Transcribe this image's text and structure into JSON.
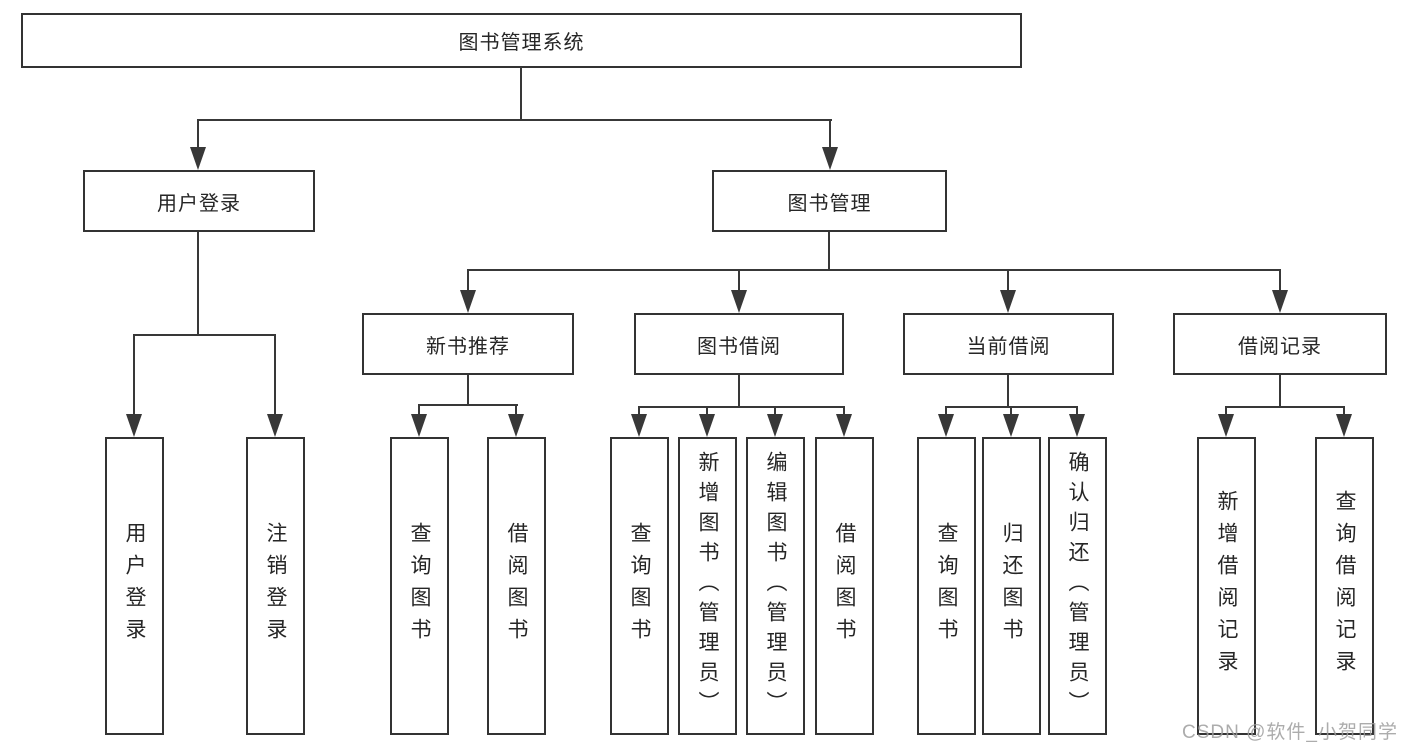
{
  "tree": {
    "root": "图书管理系统",
    "user_login": {
      "label": "用户登录",
      "children": [
        "用户登录",
        "注销登录"
      ]
    },
    "book_mgmt": {
      "label": "图书管理",
      "groups": {
        "new_book": {
          "label": "新书推荐",
          "children": [
            "查询图书",
            "借阅图书"
          ]
        },
        "borrow": {
          "label": "图书借阅",
          "children": [
            "查询图书",
            "新增图书（管理员）",
            "编辑图书（管理员）",
            "借阅图书"
          ]
        },
        "current": {
          "label": "当前借阅",
          "children": [
            "查询图书",
            "归还图书",
            "确认归还（管理员）"
          ]
        },
        "record": {
          "label": "借阅记录",
          "children": [
            "新增借阅记录",
            "查询借阅记录"
          ]
        }
      }
    }
  },
  "watermark": "CSDN @软件_小贺同学",
  "colors": {
    "line": "#383838",
    "border": "#333333",
    "text": "#262626",
    "watermark": "#9e9e9e",
    "background": "#ffffff"
  }
}
